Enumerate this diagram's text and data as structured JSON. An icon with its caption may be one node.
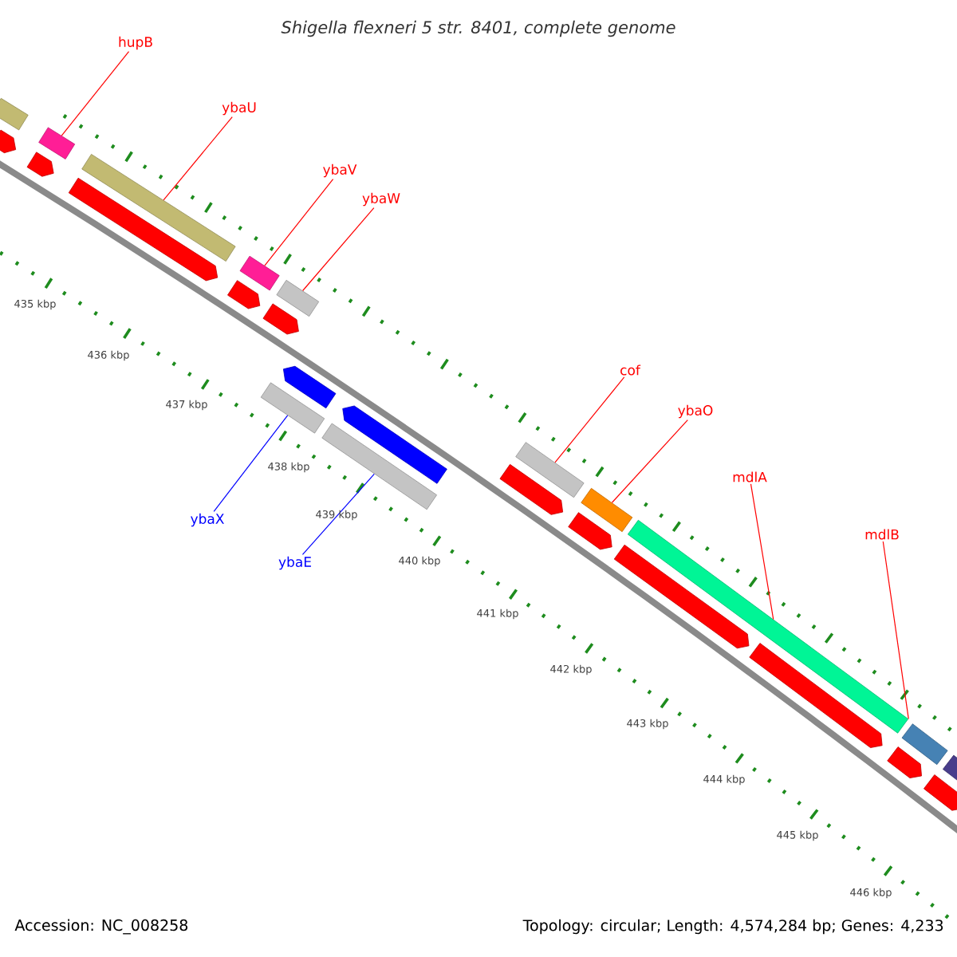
{
  "diagram": {
    "title": "Shigella flexneri 5 str. 8401, complete genome",
    "nodes": [
      {
        "text": [
          "hupB"
        ]
      },
      {
        "text": [
          "ybaU"
        ]
      },
      {
        "text": [
          "ybaV"
        ]
      },
      {
        "text": [
          "ybaW"
        ]
      },
      {
        "text": [
          "cof"
        ]
      },
      {
        "text": [
          "ybaO"
        ]
      },
      {
        "text": [
          "mdlA"
        ]
      },
      {
        "text": [
          "mdlB"
        ]
      },
      {
        "text": [
          "ybaX"
        ]
      },
      {
        "text": [
          "ybaE"
        ]
      },
      {
        "text": [],
        "shape": "bar"
      },
      {
        "text": [],
        "shape": "bar"
      },
      {
        "text": [],
        "shape": "bar"
      },
      {
        "text": [],
        "shape": "bar"
      },
      {
        "text": [],
        "shape": "bar"
      },
      {
        "text": [],
        "shape": "bar"
      },
      {
        "text": [],
        "shape": "bar"
      },
      {
        "text": [],
        "shape": "bar"
      },
      {
        "text": [],
        "shape": "bar"
      },
      {
        "text": [],
        "shape": "bar"
      },
      {
        "text": [],
        "shape": "bar"
      },
      {
        "text": [],
        "shape": "bar"
      },
      {
        "text": [],
        "shape": "arrow"
      },
      {
        "text": [],
        "shape": "arrow"
      },
      {
        "text": [],
        "shape": "arrow"
      },
      {
        "text": [],
        "shape": "arrow"
      },
      {
        "text": [],
        "shape": "arrow"
      },
      {
        "text": [],
        "shape": "arrow"
      },
      {
        "text": [],
        "shape": "arrow"
      },
      {
        "text": [],
        "shape": "arrow"
      },
      {
        "text": [],
        "shape": "arrow"
      },
      {
        "text": [],
        "shape": "arrow"
      },
      {
        "text": [],
        "shape": "arrow"
      },
      {
        "text": [],
        "shape": "arrow"
      },
      {
        "text": [],
        "shape": "arrow"
      }
    ],
    "edges": [
      {
        "from": 0,
        "to": 10,
        "arrow": "none"
      },
      {
        "from": 1,
        "to": 11,
        "arrow": "none"
      },
      {
        "from": 2,
        "to": 12,
        "arrow": "none"
      },
      {
        "from": 3,
        "to": 13,
        "arrow": "none"
      },
      {
        "from": 4,
        "to": 14,
        "arrow": "none"
      },
      {
        "from": 5,
        "to": 15,
        "arrow": "none"
      },
      {
        "from": 6,
        "to": 16,
        "arrow": "none"
      },
      {
        "from": 7,
        "to": 16,
        "arrow": "none"
      },
      {
        "from": 8,
        "to": 17,
        "arrow": "none",
        "color": "#0000ff"
      },
      {
        "from": 9,
        "to": 18,
        "arrow": "none",
        "color": "#0000ff"
      }
    ],
    "labels": [
      "435 kbp",
      "436 kbp",
      "437 kbp",
      "438 kbp",
      "439 kbp",
      "440 kbp",
      "441 kbp",
      "442 kbp",
      "443 kbp",
      "444 kbp",
      "445 kbp",
      "446 kbp",
      "Accession: NC_008258",
      "Topology: circular; Length: 4,574,284 bp; Genes: 4,233"
    ]
  }
}
